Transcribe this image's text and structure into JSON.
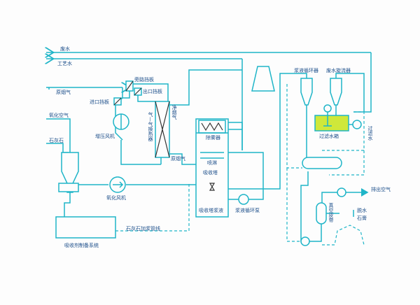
{
  "title": "",
  "labels": {
    "waste_water": "废水",
    "process_water": "工艺水",
    "raw_flue_gas": "原烟气",
    "oxidation_air": "氧化空气",
    "limestone": "石灰石",
    "bypass_damper": "旁路挡板",
    "outlet_damper": "出口挡板",
    "inlet_damper": "进口挡板",
    "clean_flue_gas": "净烟气",
    "gas_gas_heater": "气—气换热器",
    "booster_fan": "增压风机",
    "raw_flue_gas_2": "原烟气",
    "demister": "除雾器",
    "spray": "喷淋",
    "absorber": "吸收塔",
    "oxidation_fan": "氧化风机",
    "absorber_slurry": "吸收塔浆液",
    "slurry_circ_pump": "浆液循环泵",
    "slurry_circulator": "浆液循环器",
    "ww_cyclone": "废水旋流器",
    "filter_tank": "过滤水箱",
    "filter_water": "过滤水",
    "exhaust_air": "排出空气",
    "vacuum_filter": "真空皮带",
    "dewatered_gypsum_1": "脱水",
    "dewatered_gypsum_2": "石膏",
    "limestone_feed_pipe": "石灰石加浆管线",
    "absorbent_prep": "吸收剂制备系统"
  }
}
